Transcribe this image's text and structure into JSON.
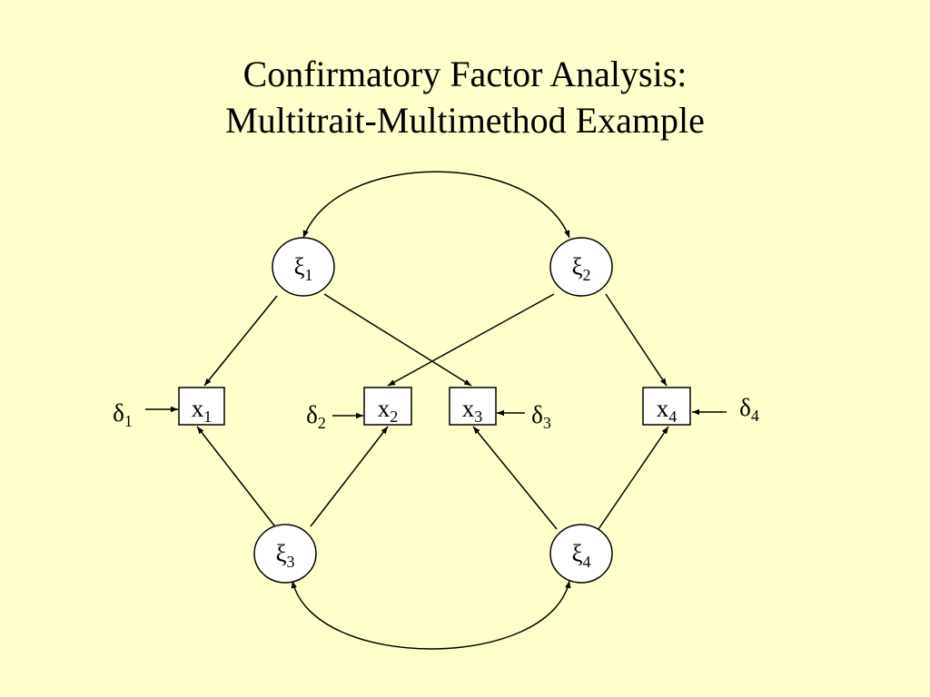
{
  "slide": {
    "title_line1": "Confirmatory Factor Analysis:",
    "title_line2": "Multitrait-Multimethod Example"
  },
  "diagram": {
    "latent_factors": [
      {
        "symbol": "ξ",
        "subscript": "1"
      },
      {
        "symbol": "ξ",
        "subscript": "2"
      },
      {
        "symbol": "ξ",
        "subscript": "3"
      },
      {
        "symbol": "ξ",
        "subscript": "4"
      }
    ],
    "observed_variables": [
      {
        "symbol": "x",
        "subscript": "1"
      },
      {
        "symbol": "x",
        "subscript": "2"
      },
      {
        "symbol": "x",
        "subscript": "3"
      },
      {
        "symbol": "x",
        "subscript": "4"
      }
    ],
    "error_terms": [
      {
        "symbol": "δ",
        "subscript": "1"
      },
      {
        "symbol": "δ",
        "subscript": "2"
      },
      {
        "symbol": "δ",
        "subscript": "3"
      },
      {
        "symbol": "δ",
        "subscript": "4"
      }
    ]
  },
  "colors": {
    "background": "#FFFFCC",
    "node_fill": "#FFFFFF",
    "stroke": "#000000"
  }
}
